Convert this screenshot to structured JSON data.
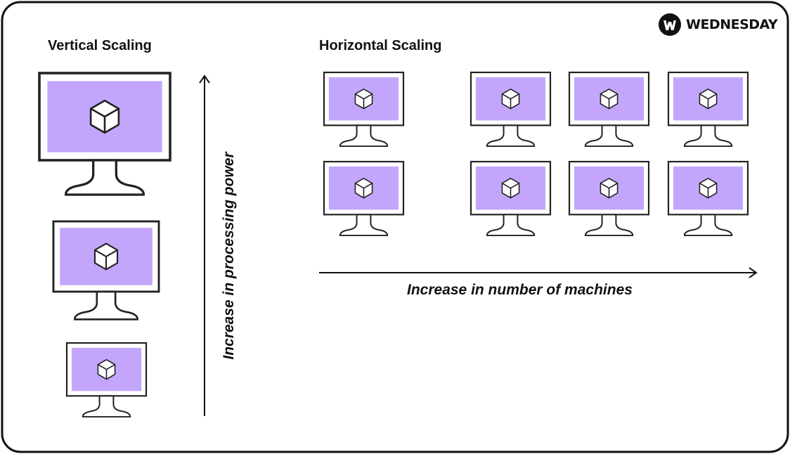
{
  "vertical": {
    "title": "Vertical Scaling",
    "axis_label": "Increase in processing power",
    "machine_count": 3
  },
  "horizontal": {
    "title": "Horizontal  Scaling",
    "axis_label": "Increase in number of machines",
    "machine_count": 8
  },
  "brand": {
    "name": "WEDNESDAY"
  },
  "colors": {
    "screen": "#c3a6fb",
    "outline": "#222222",
    "frame": "#111111"
  },
  "icons": {
    "machine": "monitor-icon",
    "workload": "cube-icon",
    "logo": "wednesday-logo-icon"
  }
}
